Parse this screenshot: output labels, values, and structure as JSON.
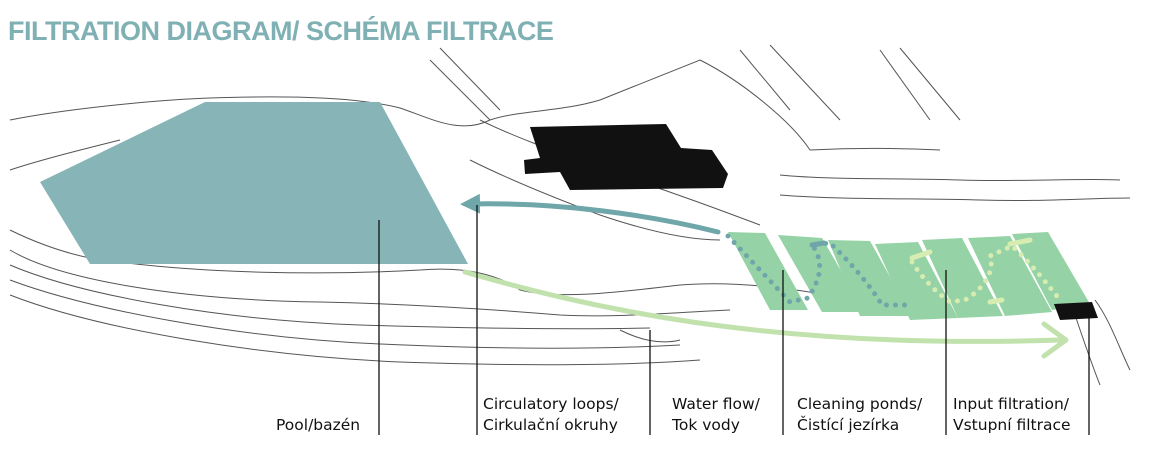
{
  "title": "FILTRATION DIAGRAM/ SCHÉMA FILTRACE",
  "labels": {
    "pool": "Pool/bazén",
    "circulatory_line1": "Circulatory loops/",
    "circulatory_line2": "Cirkulační okruhy",
    "flow_line1": "Water flow/",
    "flow_line2": "Tok vody",
    "cleaning_line1": "Cleaning ponds/",
    "cleaning_line2": "Čistící jezírka",
    "input_line1": "Input filtration/",
    "input_line2": "Vstupní filtrace"
  },
  "colors": {
    "pool": "#86b4b7",
    "ponds": "#95d2a6",
    "return_arrow": "#6fa6aa",
    "flow_arrow": "#c2e2ad",
    "dots_blue": "#6fa6aa",
    "dots_yellow": "#d6ecb0",
    "building": "#111111",
    "terrain_lines": "#555555"
  }
}
